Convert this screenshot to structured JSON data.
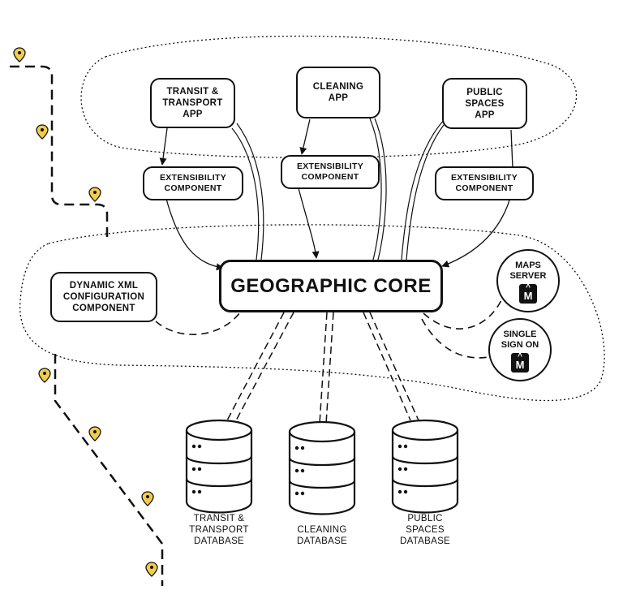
{
  "core": {
    "label": "GEOGRAPHIC CORE"
  },
  "apps": [
    {
      "label": "TRANSIT &\nTRANSPORT\nAPP"
    },
    {
      "label": "CLEANING\nAPP"
    },
    {
      "label": "PUBLIC\nSPACES\nAPP"
    }
  ],
  "extensibility": [
    {
      "label": "EXTENSIBILITY\nCOMPONENT"
    },
    {
      "label": "EXTENSIBILITY\nCOMPONENT"
    },
    {
      "label": "EXTENSIBILITY\nCOMPONENT"
    }
  ],
  "config": {
    "label": "DYNAMIC XML\nCONFIGURATION\nCOMPONENT"
  },
  "services": [
    {
      "label": "MAPS\nSERVER",
      "badge": "M"
    },
    {
      "label": "SINGLE\nSIGN ON",
      "badge": "M"
    }
  ],
  "databases": [
    {
      "label": "TRANSIT &\nTRANSPORT\nDATABASE"
    },
    {
      "label": "CLEANING\nDATABASE"
    },
    {
      "label": "PUBLIC\nSPACES\nDATABASE"
    }
  ],
  "colors": {
    "pin": "#f2cd4a",
    "ink": "#111111"
  }
}
